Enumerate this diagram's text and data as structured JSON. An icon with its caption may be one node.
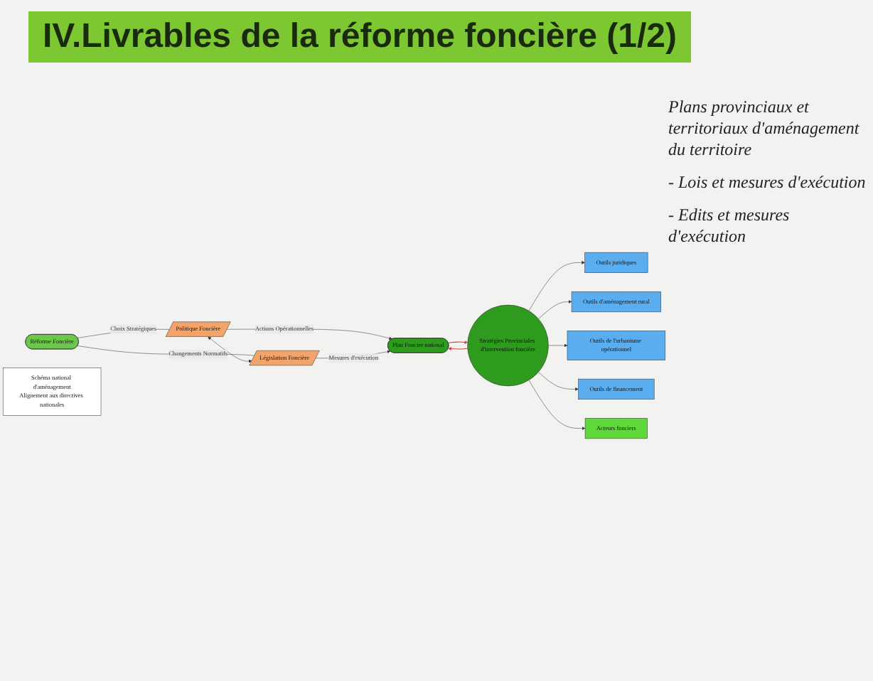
{
  "diagram": {
    "title": "IV.Livrables de la réforme foncière (1/2)",
    "nodes": [
      {
        "text": [
          "Réforme Foncière"
        ]
      },
      {
        "text": [
          "Politique Foncière"
        ]
      },
      {
        "text": [
          "Législation Foncière"
        ]
      },
      {
        "text": [
          "Plan Foncier national"
        ]
      },
      {
        "text": [
          "Schéma national d'aménagement",
          "Alignement aux directives nationales"
        ]
      },
      {
        "text": [
          "Stratégies Provinciales d'intervention foncière"
        ]
      },
      {
        "text": [
          "Outils juridiques"
        ]
      },
      {
        "text": [
          "Outils d'aménagement rural"
        ]
      },
      {
        "text": [
          "Outils de l'urbanisme opérationnel"
        ]
      },
      {
        "text": [
          "Outils de financement"
        ]
      },
      {
        "text": [
          "Acteurs fonciers"
        ]
      }
    ],
    "edges": [
      {
        "from": 0,
        "to": 1,
        "label": "Choix Stratégiques",
        "arrow": "none"
      },
      {
        "from": 0,
        "to": 2,
        "label": "Changements Normatifs",
        "arrow": "none"
      },
      {
        "from": 1,
        "to": 2,
        "arrow": "both"
      },
      {
        "from": 1,
        "to": 3,
        "label": "Actions Opérationnelles",
        "arrow": "to"
      },
      {
        "from": 2,
        "to": 3,
        "label": "Mesures d'exécution",
        "arrow": "to"
      },
      {
        "from": 3,
        "to": 5,
        "arrow": "to",
        "color": "#d04040"
      },
      {
        "from": 5,
        "to": 3,
        "arrow": "to",
        "color": "#d04040"
      },
      {
        "from": 5,
        "to": 6,
        "arrow": "to"
      },
      {
        "from": 5,
        "to": 7,
        "arrow": "to"
      },
      {
        "from": 5,
        "to": 8,
        "arrow": "to"
      },
      {
        "from": 5,
        "to": 9,
        "arrow": "to"
      },
      {
        "from": 5,
        "to": 10,
        "arrow": "to"
      }
    ],
    "labels": [
      "Plans provinciaux et territoriaux d'aménagement du territoire",
      "- Lois et mesures d'exécution",
      "- Edits et mesures d'exécution"
    ]
  }
}
